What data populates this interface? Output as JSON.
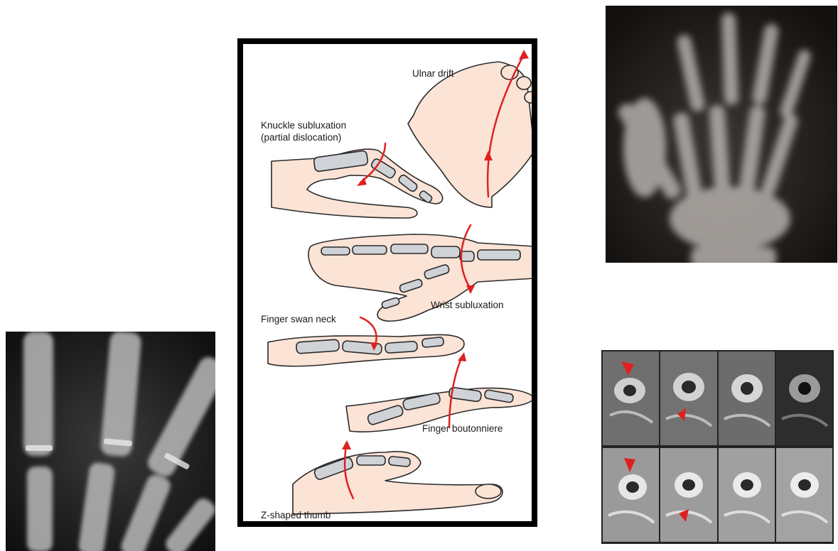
{
  "illustration": {
    "labels": {
      "ulnar_drift": "Ulnar drift",
      "knuckle_line1": "Knuckle subluxation",
      "knuckle_line2": "(partial dislocation)",
      "wrist": "Wrist subluxation",
      "swan_neck": "Finger swan neck",
      "boutonniere": "Finger boutonniere",
      "z_thumb": "Z-shaped thumb"
    },
    "colors": {
      "arrow": "#e02020",
      "skin": "#fbe3d6",
      "bone": "#cfd3d8",
      "outline": "#2a2a2a",
      "frame": "#000000"
    }
  },
  "xray_left": {
    "icon": "hand-xray-closeup"
  },
  "xray_right": {
    "icon": "hand-xray-deformed"
  },
  "mri_grid": {
    "rows": 2,
    "cols": 4,
    "icon": "wrist-mri-slice",
    "arrow_color": "#e02020"
  }
}
